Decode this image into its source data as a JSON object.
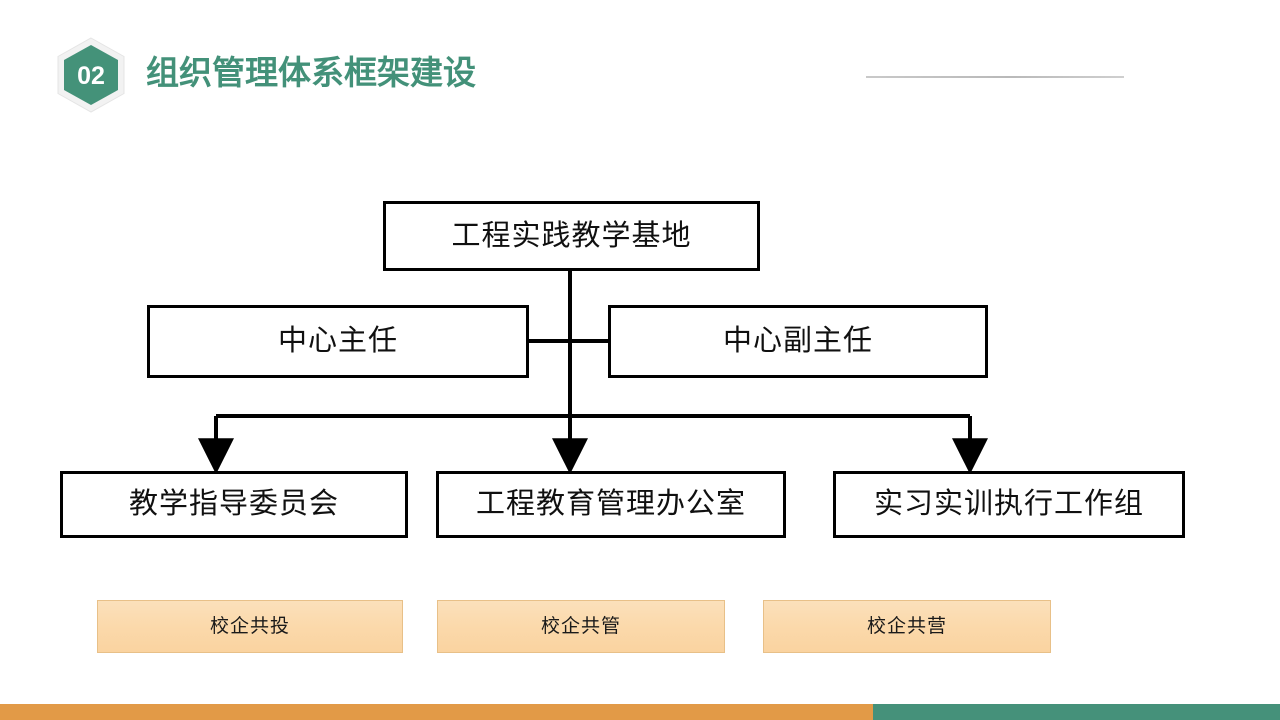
{
  "header": {
    "badge_number": "02",
    "badge_icon": "hexagon-badge-icon",
    "title": "组织管理体系框架建设",
    "accent_color": "#439179",
    "rule_color": "#c4c4c4"
  },
  "org_chart": {
    "root": {
      "label": "工程实践教学基地"
    },
    "level2": [
      {
        "label": "中心主任"
      },
      {
        "label": "中心副主任"
      }
    ],
    "level3": [
      {
        "label": "教学指导委员会"
      },
      {
        "label": "工程教育管理办公室"
      },
      {
        "label": "实习实训执行工作组"
      }
    ],
    "node_border_color": "#000000",
    "node_fill_color": "#ffffff",
    "connector_color": "#000000"
  },
  "chips": [
    {
      "label": "校企共投"
    },
    {
      "label": "校企共管"
    },
    {
      "label": "校企共营"
    }
  ],
  "chip_colors": {
    "fill_top": "#fbe0bb",
    "fill_bottom": "#fad3a0",
    "border": "#e8c088"
  },
  "footer": {
    "left_color": "#e29a47",
    "right_color": "#45917a"
  }
}
